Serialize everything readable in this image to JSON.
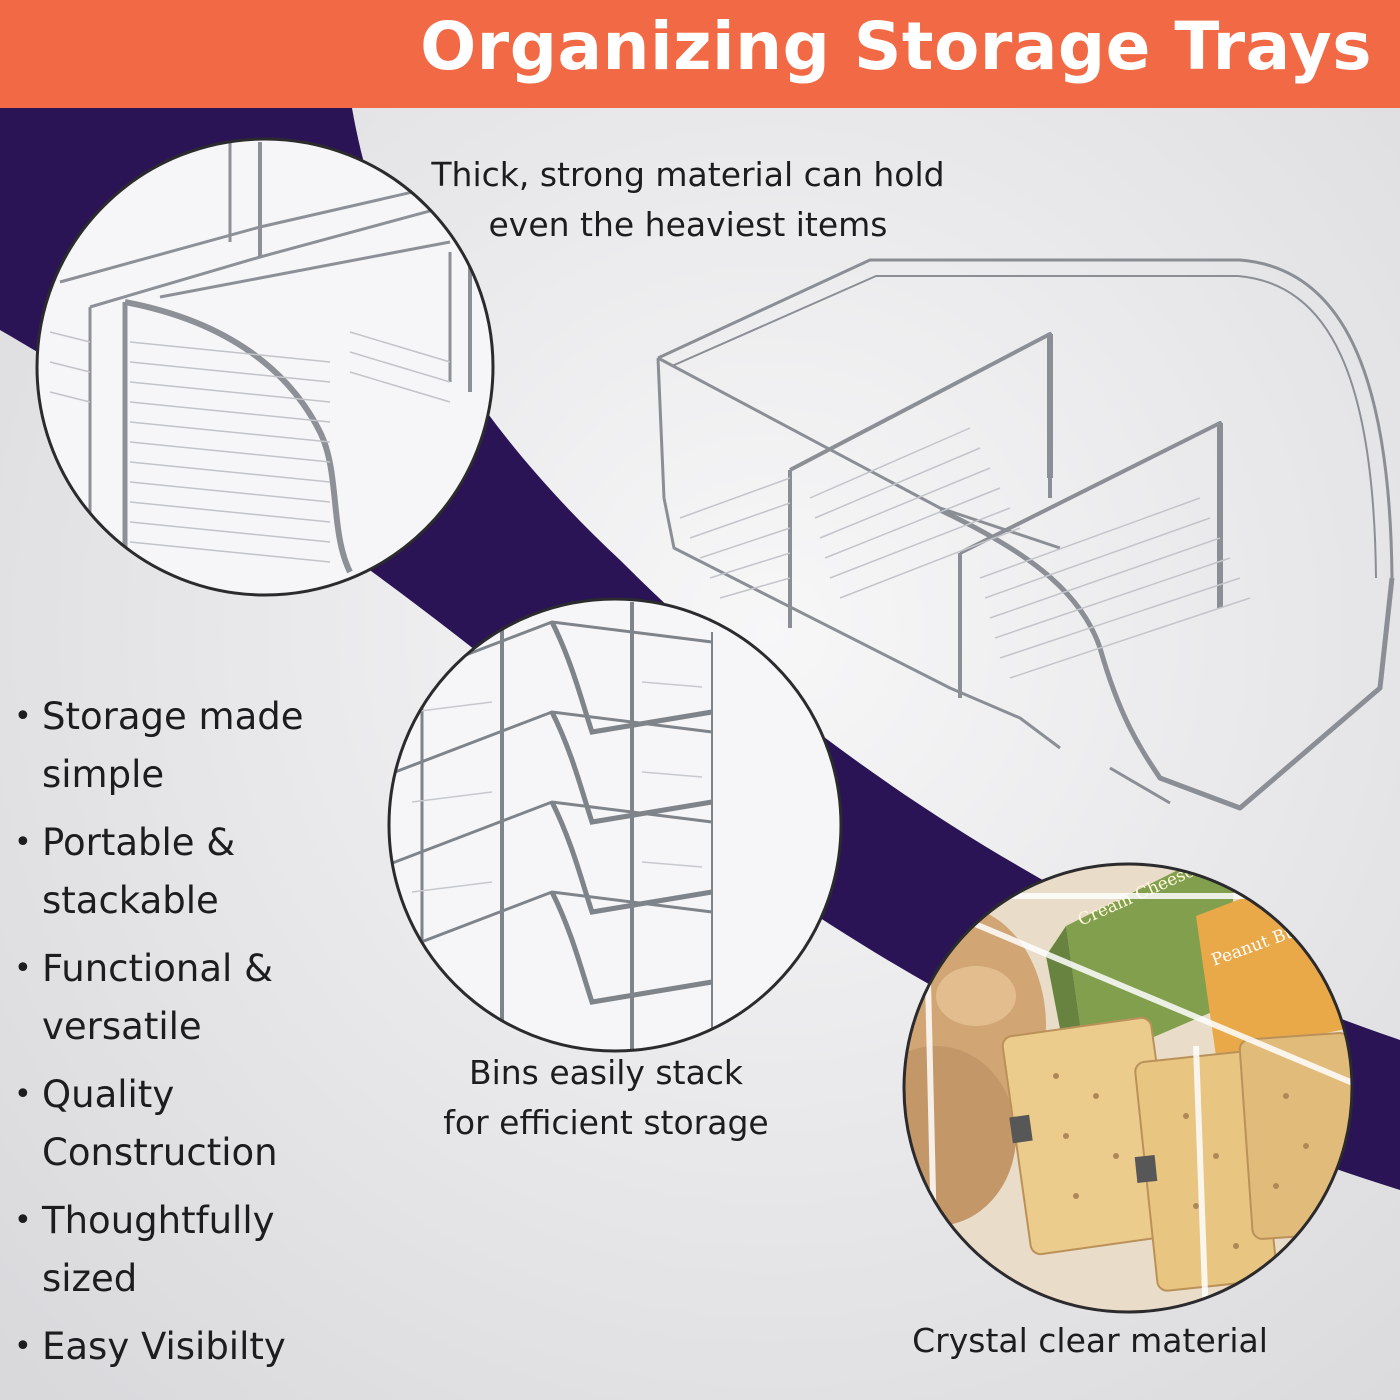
{
  "banner": {
    "title": "Organizing Storage Trays"
  },
  "captions": {
    "material": [
      "Thick, strong material can hold",
      "even the heaviest items"
    ],
    "stack": [
      "Bins easily stack",
      "for efficient storage"
    ],
    "clear": "Crystal clear material"
  },
  "features": [
    "Storage made simple",
    "Portable & stackable",
    "Functional & versatile",
    "Quality Construction",
    "Thoughtfully sized",
    "Easy Visibilty"
  ],
  "photos": {
    "food_labels": [
      "Cream Cheese & Chives",
      "Peanut Butter & Honey"
    ]
  },
  "colors": {
    "banner": "#f26a45",
    "band": "#2a1456",
    "background": "#e9e9eb",
    "text": "#1d1d1f"
  }
}
